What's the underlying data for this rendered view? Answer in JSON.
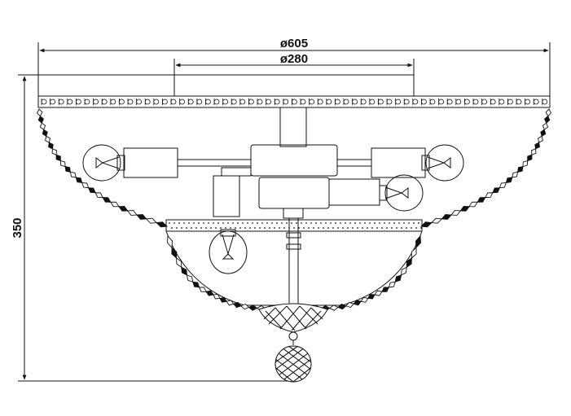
{
  "dimensions": {
    "overall_diameter": "ø605",
    "canopy_diameter": "ø280",
    "height": "350"
  },
  "colors": {
    "line": "#111111",
    "crystal": "#222222",
    "background": "#ffffff"
  }
}
